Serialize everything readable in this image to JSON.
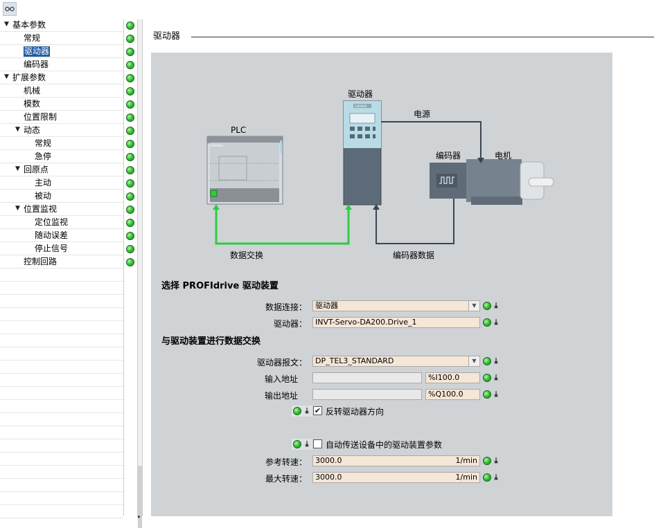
{
  "toolbar": {
    "view_icon": "glasses-icon"
  },
  "tree": {
    "items": [
      {
        "label": "基本参数",
        "expanded": true
      },
      {
        "label": "常规"
      },
      {
        "label": "驱动器",
        "selected": true
      },
      {
        "label": "编码器"
      },
      {
        "label": "扩展参数",
        "expanded": true
      },
      {
        "label": "机械"
      },
      {
        "label": "模数"
      },
      {
        "label": "位置限制"
      },
      {
        "label": "动态",
        "expanded": true
      },
      {
        "label": "常规"
      },
      {
        "label": "急停"
      },
      {
        "label": "回原点",
        "expanded": true
      },
      {
        "label": "主动"
      },
      {
        "label": "被动"
      },
      {
        "label": "位置监视",
        "expanded": true
      },
      {
        "label": "定位监视"
      },
      {
        "label": "随动误差"
      },
      {
        "label": "停止信号"
      },
      {
        "label": "控制回路"
      }
    ]
  },
  "page": {
    "title": "驱动器"
  },
  "diagram": {
    "plc_label": "PLC",
    "drive_label": "驱动器",
    "power_label": "电源",
    "encoder_label": "编码器",
    "motor_label": "电机",
    "data_exchange_label": "数据交换",
    "encoder_data_label": "编码器数据",
    "plc_brand": "SIEMENS",
    "drive_brand": "SIEMENS",
    "link_color": "#2ecc40"
  },
  "select_drive": {
    "heading": "选择 PROFIdrive 驱动装置",
    "data_connection_label": "数据连接：",
    "data_connection_value": "驱动器",
    "drive_label": "驱动器：",
    "drive_value": "INVT-Servo-DA200.Drive_1"
  },
  "exchange": {
    "heading": "与驱动装置进行数据交换",
    "telegram_label": "驱动器报文：",
    "telegram_value": "DP_TEL3_STANDARD",
    "input_label": "输入地址",
    "input_value": "",
    "input_addr": "%I100.0",
    "output_label": "输出地址",
    "output_value": "",
    "output_addr": "%Q100.0",
    "reverse_label": "反转驱动器方向",
    "reverse_checked": true,
    "auto_label": "自动传送设备中的驱动装置参数",
    "auto_checked": false,
    "ref_speed_label": "参考转速：",
    "ref_speed_value": "3000.0",
    "ref_speed_unit": "1/min",
    "max_speed_label": "最大转速：",
    "max_speed_value": "3000.0",
    "max_speed_unit": "1/min",
    "checkmark": "✔"
  }
}
